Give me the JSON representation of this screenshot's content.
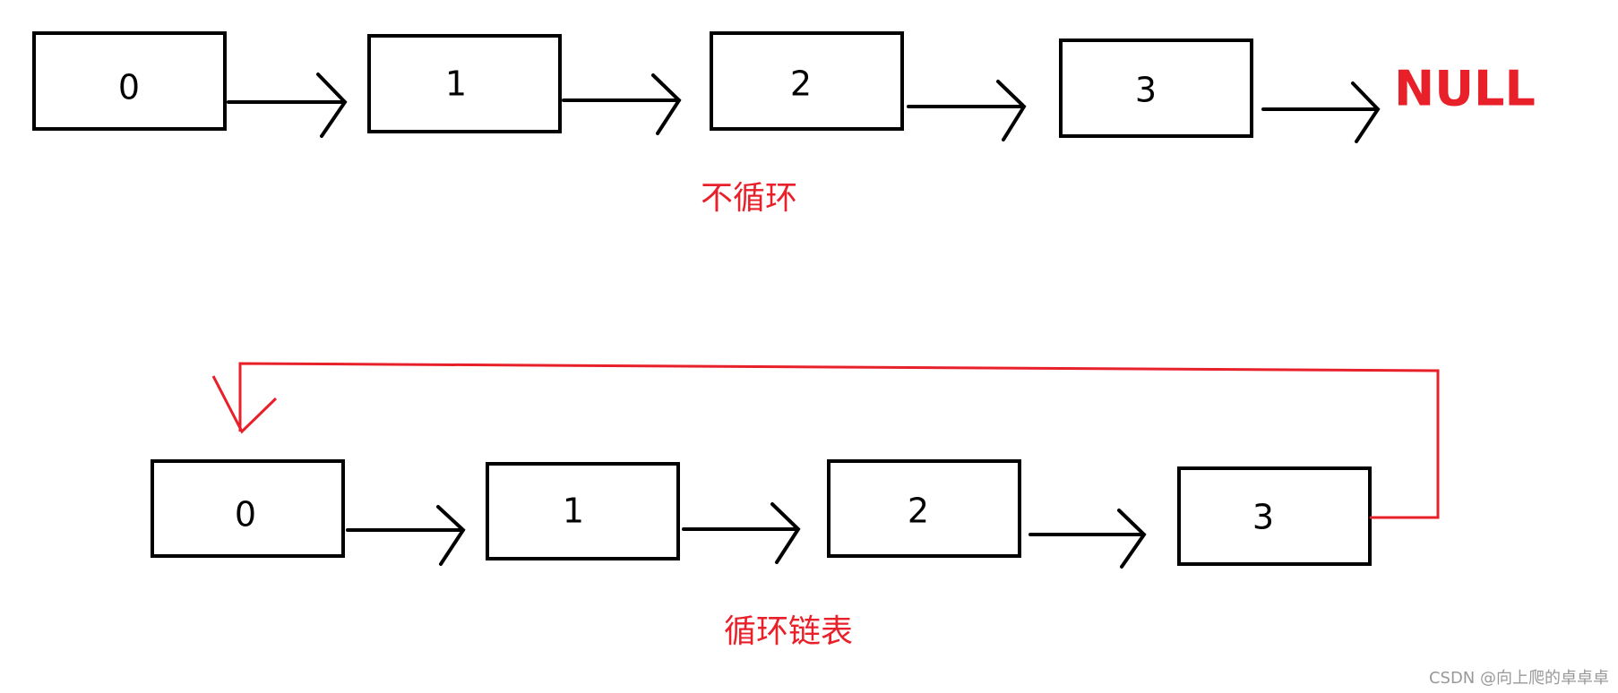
{
  "colors": {
    "accent": "#e8202a",
    "stroke": "#000000",
    "background": "#ffffff",
    "watermark": "#999999"
  },
  "linear_list": {
    "nodes": [
      "0",
      "1",
      "2",
      "3"
    ],
    "terminator": "NULL",
    "caption": "不循环"
  },
  "circular_list": {
    "nodes": [
      "0",
      "1",
      "2",
      "3"
    ],
    "caption": "循环链表"
  },
  "watermark": "CSDN @向上爬的卓卓卓"
}
